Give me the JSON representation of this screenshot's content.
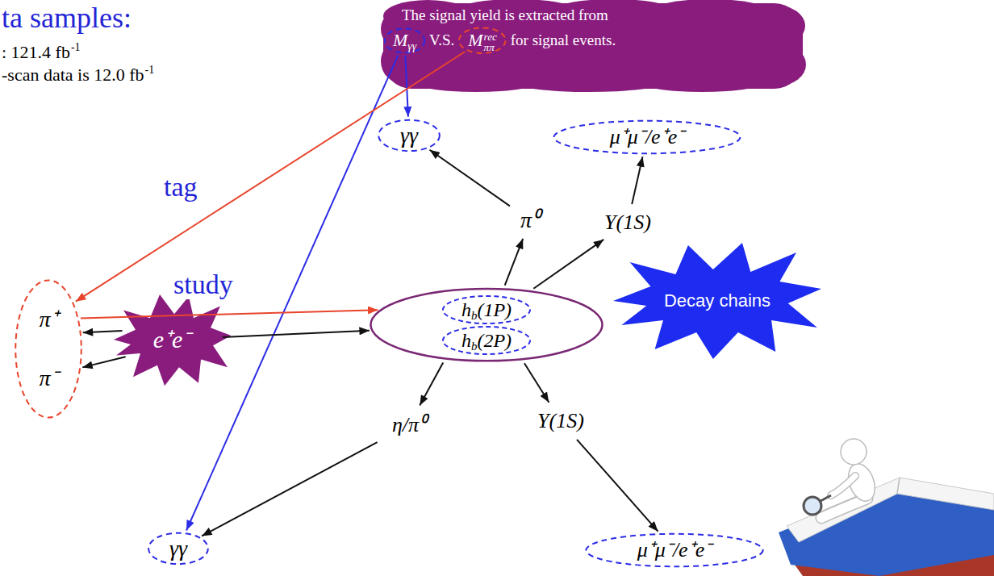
{
  "diagram": {
    "nodes": [
      {
        "text": [
          "The signal yield is extracted from",
          "V.S.",
          "for signal events."
        ]
      },
      {
        "text": [
          "M",
          "γγ"
        ],
        "in": 0
      },
      {
        "text": [
          "M",
          "ππ",
          "rec"
        ],
        "in": 0
      },
      {
        "text": [
          "γγ"
        ]
      },
      {
        "text": [
          "μ⁺μ⁻/e⁺e⁻"
        ]
      },
      {
        "text": [
          "π⁰"
        ]
      },
      {
        "text": [
          "Υ(1S)"
        ]
      },
      {
        "text": [
          "π⁺",
          "π⁻"
        ]
      },
      {
        "text": [
          "e⁺e⁻"
        ]
      },
      {
        "text": [
          "h",
          "b",
          "(1P)",
          "h",
          "b",
          "(2P)"
        ]
      },
      {
        "text": [
          "Decay chains"
        ]
      },
      {
        "text": [
          "η/π⁰"
        ]
      },
      {
        "text": [
          "Υ(1S)"
        ]
      },
      {
        "text": [
          "γγ"
        ]
      },
      {
        "text": [
          "μ⁺μ⁻/e⁺e⁻"
        ]
      }
    ],
    "edges": [
      {
        "from": 1,
        "to": 3,
        "arrow": "to"
      },
      {
        "from": 1,
        "to": 13,
        "arrow": "to"
      },
      {
        "from": 2,
        "to": 7,
        "arrow": "to"
      },
      {
        "from": 7,
        "to": 9,
        "arrow": "to"
      },
      {
        "from": 8,
        "to": 7,
        "arrow": "to"
      },
      {
        "from": 8,
        "to": 7,
        "arrow": "to"
      },
      {
        "from": 8,
        "to": 9,
        "arrow": "to"
      },
      {
        "from": 9,
        "to": 5,
        "arrow": "to"
      },
      {
        "from": 5,
        "to": 3,
        "arrow": "to"
      },
      {
        "from": 9,
        "to": 6,
        "arrow": "to"
      },
      {
        "from": 6,
        "to": 4,
        "arrow": "to"
      },
      {
        "from": 9,
        "to": 11,
        "arrow": "to"
      },
      {
        "from": 11,
        "to": 13,
        "arrow": "to"
      },
      {
        "from": 9,
        "to": 12,
        "arrow": "to"
      },
      {
        "from": 12,
        "to": 14,
        "arrow": "to"
      }
    ],
    "labels": [
      "ta samples:",
      ": 121.4 fb",
      "-1",
      "-scan data is 12.0 fb",
      "-1",
      "tag",
      "study"
    ]
  }
}
